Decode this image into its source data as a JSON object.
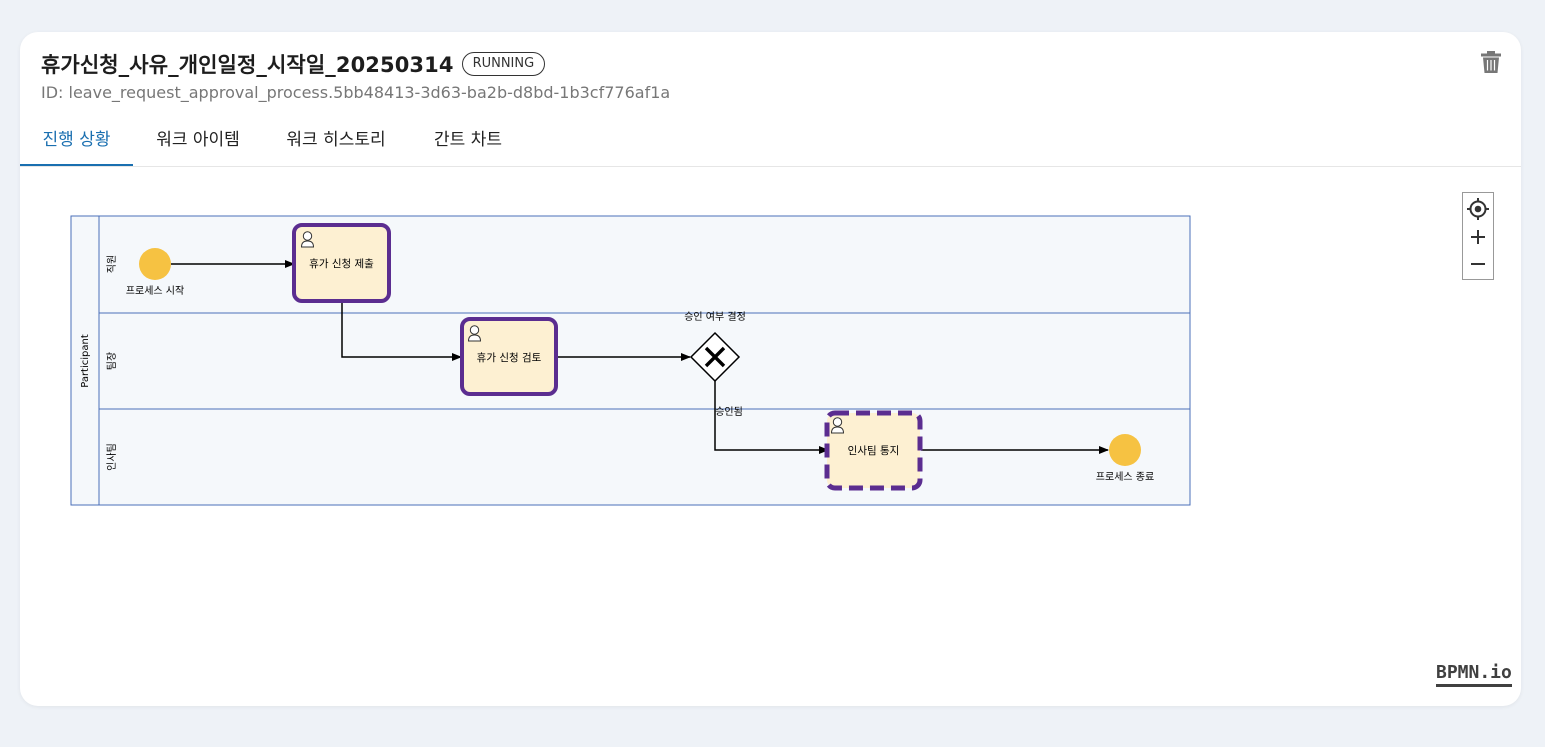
{
  "header": {
    "title": "휴가신청_사유_개인일정_시작일_20250314",
    "status": "RUNNING",
    "process_id": "ID: leave_request_approval_process.5bb48413-3d63-ba2b-d8bd-1b3cf776af1a"
  },
  "tabs": [
    {
      "label": "진행 상황",
      "active": true
    },
    {
      "label": "워크 아이템",
      "active": false
    },
    {
      "label": "워크 히스토리",
      "active": false
    },
    {
      "label": "간트 차트",
      "active": false
    }
  ],
  "diagram": {
    "pool_label": "Participant",
    "lanes": [
      "직원",
      "팀장",
      "인사팀"
    ],
    "start_event_label": "프로세스 시작",
    "end_event_label": "프로세스 종료",
    "tasks": [
      {
        "label": "휴가 신청 제출",
        "state": "completed"
      },
      {
        "label": "휴가 신청 검토",
        "state": "completed"
      },
      {
        "label": "인사팀 통지",
        "state": "running"
      }
    ],
    "gateway_label": "승인 여부 결정",
    "flow_label": "승인됨"
  },
  "colors": {
    "accent": "#1a6fb0",
    "task_fill": "#fdf0d2",
    "task_border": "#5b2d90",
    "event_fill": "#f6c242",
    "lane_fill": "#f5f8fb",
    "lane_border": "#4a6fb8"
  },
  "icons": {
    "trash": "trash-icon",
    "recenter": "crosshair-icon",
    "zoom_in": "plus-icon",
    "zoom_out": "minus-icon",
    "user_task": "user-icon"
  },
  "branding": {
    "watermark": "BPMN.io"
  }
}
